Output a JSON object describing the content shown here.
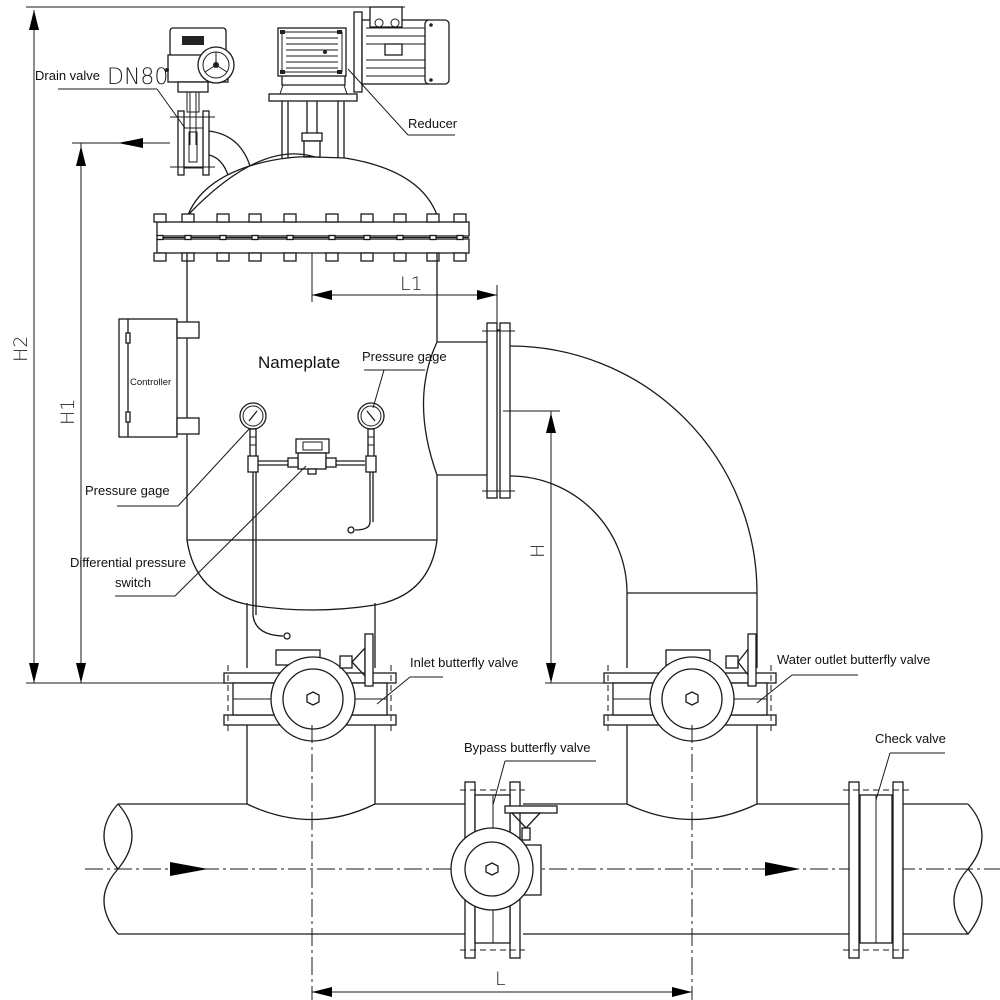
{
  "diagram": {
    "title": "Automatic self-cleaning filter installation dimensions",
    "labels": {
      "drain_valve": "Drain valve",
      "drain_size": "DN80",
      "reducer": "Reducer",
      "nameplate": "Nameplate",
      "pressure_gage_right": "Pressure gage",
      "pressure_gage_left": "Pressure gage",
      "controller": "Controller",
      "dp_switch_line1": "Differential pressure",
      "dp_switch_line2": "switch",
      "inlet_valve": "Inlet butterfly valve",
      "outlet_valve": "Water outlet butterfly valve",
      "bypass_valve": "Bypass butterfly valve",
      "check_valve": "Check valve"
    },
    "dimensions": {
      "h2": "H2",
      "h1": "H1",
      "h": "H",
      "l1": "L1",
      "l": "L"
    },
    "line_color": "#1a1a1a",
    "background": "#ffffff"
  }
}
